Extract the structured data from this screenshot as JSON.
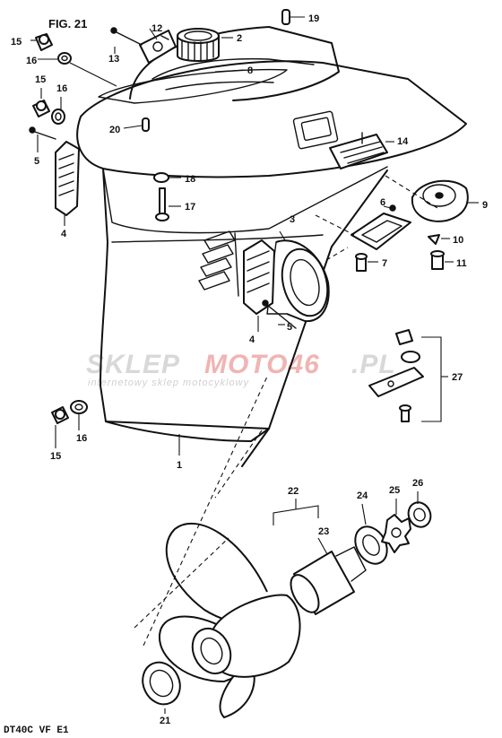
{
  "figure": {
    "title": "FIG. 21",
    "footer": "DT40C VF E1"
  },
  "watermark": {
    "part1": "SKLEP",
    "part2": "MOTO46",
    "part3": ".PL",
    "subtitle": "internetowy sklep motocyklowy"
  },
  "colors": {
    "line": "#111111",
    "watermark_gray": "#d8d8d8",
    "watermark_red": "#f0b4b4"
  },
  "callouts": [
    {
      "id": "c1",
      "label": "1"
    },
    {
      "id": "c2",
      "label": "2"
    },
    {
      "id": "c3",
      "label": "3"
    },
    {
      "id": "c4a",
      "label": "4"
    },
    {
      "id": "c4b",
      "label": "4"
    },
    {
      "id": "c5a",
      "label": "5"
    },
    {
      "id": "c5b",
      "label": "5"
    },
    {
      "id": "c6",
      "label": "6"
    },
    {
      "id": "c7",
      "label": "7"
    },
    {
      "id": "c8",
      "label": "8"
    },
    {
      "id": "c9",
      "label": "9"
    },
    {
      "id": "c10",
      "label": "10"
    },
    {
      "id": "c11",
      "label": "11"
    },
    {
      "id": "c12",
      "label": "12"
    },
    {
      "id": "c13",
      "label": "13"
    },
    {
      "id": "c14",
      "label": "14"
    },
    {
      "id": "c15a",
      "label": "15"
    },
    {
      "id": "c15b",
      "label": "15"
    },
    {
      "id": "c15c",
      "label": "15"
    },
    {
      "id": "c16a",
      "label": "16"
    },
    {
      "id": "c16b",
      "label": "16"
    },
    {
      "id": "c16c",
      "label": "16"
    },
    {
      "id": "c17",
      "label": "17"
    },
    {
      "id": "c18",
      "label": "18"
    },
    {
      "id": "c19",
      "label": "19"
    },
    {
      "id": "c20",
      "label": "20"
    },
    {
      "id": "c21",
      "label": "21"
    },
    {
      "id": "c22",
      "label": "22"
    },
    {
      "id": "c23",
      "label": "23"
    },
    {
      "id": "c24",
      "label": "24"
    },
    {
      "id": "c25",
      "label": "25"
    },
    {
      "id": "c26",
      "label": "26"
    },
    {
      "id": "c27",
      "label": "27"
    }
  ]
}
